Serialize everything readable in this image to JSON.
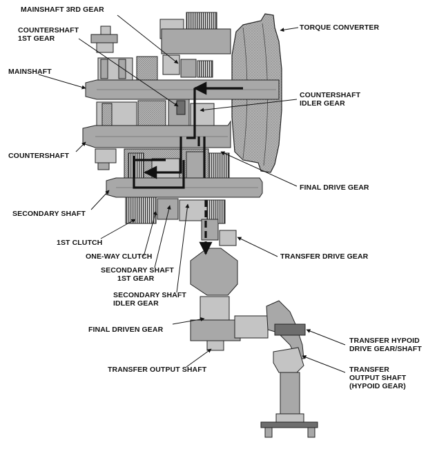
{
  "labels": {
    "mainshaft_3rd_gear": "MAINSHAFT 3RD GEAR",
    "countershaft_1st_gear": [
      "COUNTERSHAFT",
      "1ST GEAR"
    ],
    "mainshaft": "MAINSHAFT",
    "countershaft": "COUNTERSHAFT",
    "secondary_shaft": "SECONDARY SHAFT",
    "first_clutch": "1ST CLUTCH",
    "one_way_clutch": "ONE-WAY CLUTCH",
    "secondary_shaft_1st_gear": [
      "SECONDARY SHAFT",
      "1ST GEAR"
    ],
    "secondary_shaft_idler_gear": [
      "SECONDARY SHAFT",
      "IDLER GEAR"
    ],
    "final_driven_gear": "FINAL DRIVEN GEAR",
    "transfer_output_shaft": "TRANSFER OUTPUT SHAFT",
    "torque_converter": "TORQUE CONVERTER",
    "countershaft_idler_gear": [
      "COUNTERSHAFT",
      "IDLER GEAR"
    ],
    "final_drive_gear": "FINAL DRIVE GEAR",
    "transfer_drive_gear": "TRANSFER DRIVE GEAR",
    "transfer_hypoid_drive_gear_shaft": [
      "TRANSFER HYPOID",
      "DRIVE GEAR/SHAFT"
    ],
    "transfer_output_shaft_hypoid_gear": [
      "TRANSFER",
      "OUTPUT SHAFT",
      "(HYPOID GEAR)"
    ]
  },
  "colors": {
    "ink": "#111111",
    "part_fill": "#a8a8a8",
    "part_light": "#c4c4c4",
    "part_dark": "#6e6e6e"
  }
}
